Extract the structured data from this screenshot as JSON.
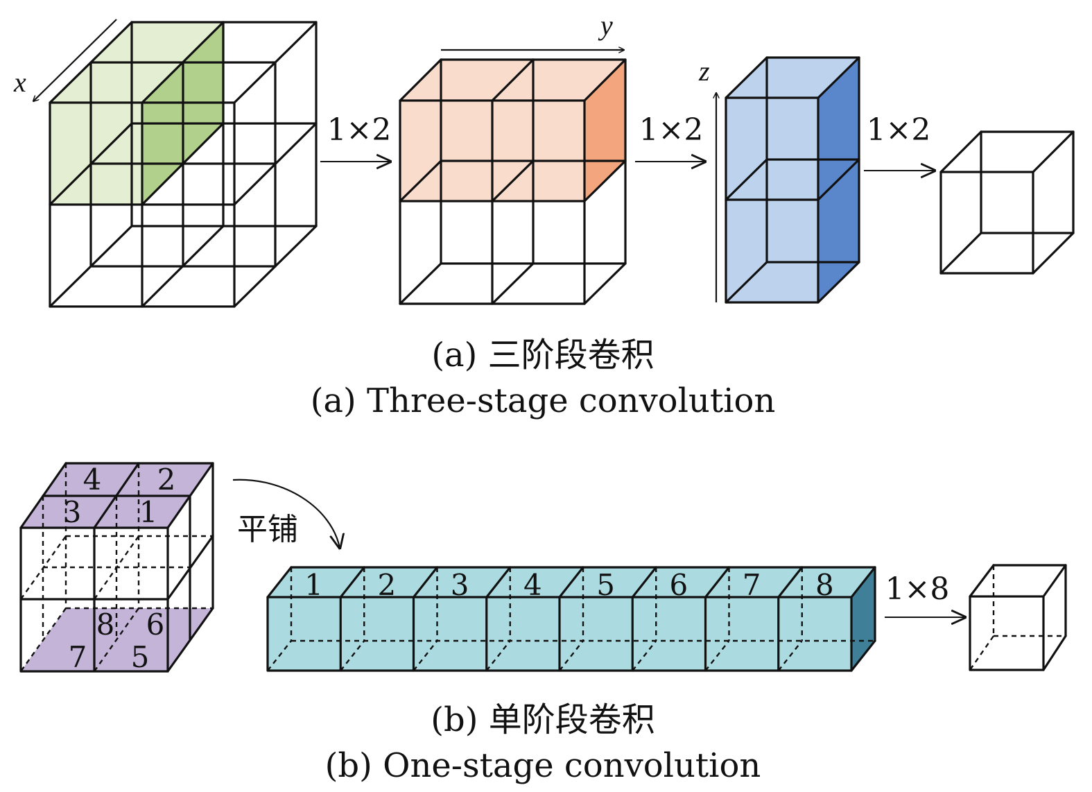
{
  "colors": {
    "green_light": "#e3eed2",
    "green_dark": "#b1d08c",
    "salmon_light": "#f9dccc",
    "salmon_dark": "#f3a67d",
    "blue_light": "#bdd2ed",
    "blue_dark": "#5a86cc",
    "purple": "#c3b4d8",
    "teal_light": "#abdbe0",
    "teal_dark": "#3f8098",
    "line": "#111111"
  },
  "part_a": {
    "axes": {
      "x": "x",
      "y": "y",
      "z": "z"
    },
    "ops": [
      "1×2",
      "1×2",
      "1×2"
    ],
    "caption_cn": "(a) 三阶段卷积",
    "caption_en": "(a) Three-stage convolution"
  },
  "part_b": {
    "tiling_label": "平铺",
    "cube_numbers_top": [
      "4",
      "2",
      "3",
      "1"
    ],
    "cube_numbers_bottom": [
      "8",
      "6",
      "7",
      "5"
    ],
    "strip_numbers": [
      "1",
      "2",
      "3",
      "4",
      "5",
      "6",
      "7",
      "8"
    ],
    "op": "1×8",
    "caption_cn": "(b) 单阶段卷积",
    "caption_en": "(b) One-stage convolution"
  }
}
